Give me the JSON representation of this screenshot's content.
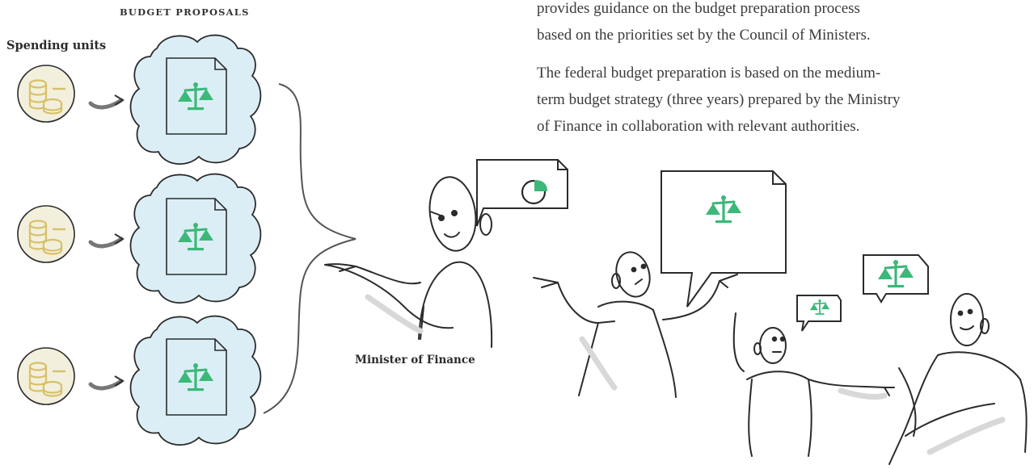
{
  "heading": "BUDGET PROPOSALS",
  "labels": {
    "spending_units": "Spending units",
    "minister": "Minister of Finance"
  },
  "paragraphs": {
    "p1_lines": [
      "provides guidance on the budget preparation process",
      "based on the priorities set by the Council of Ministers."
    ],
    "p2_lines": [
      "The federal budget preparation is based on the medium-",
      "term budget strategy (three years) prepared by the Ministry",
      "of Finance in collaboration with relevant authorities."
    ]
  },
  "icons": {
    "coins": "coin-stack-icon",
    "document": "document-icon",
    "scales": "balance-scale-icon",
    "chart": "pie-chart-icon"
  },
  "colors": {
    "accent_green": "#3cb878",
    "cloud_fill": "#dbeef6",
    "coin_circle": "#f2f0dc",
    "coin_gold": "#d9bf6a",
    "line": "#2b2b2b",
    "shadow": "#dcdcdc"
  }
}
